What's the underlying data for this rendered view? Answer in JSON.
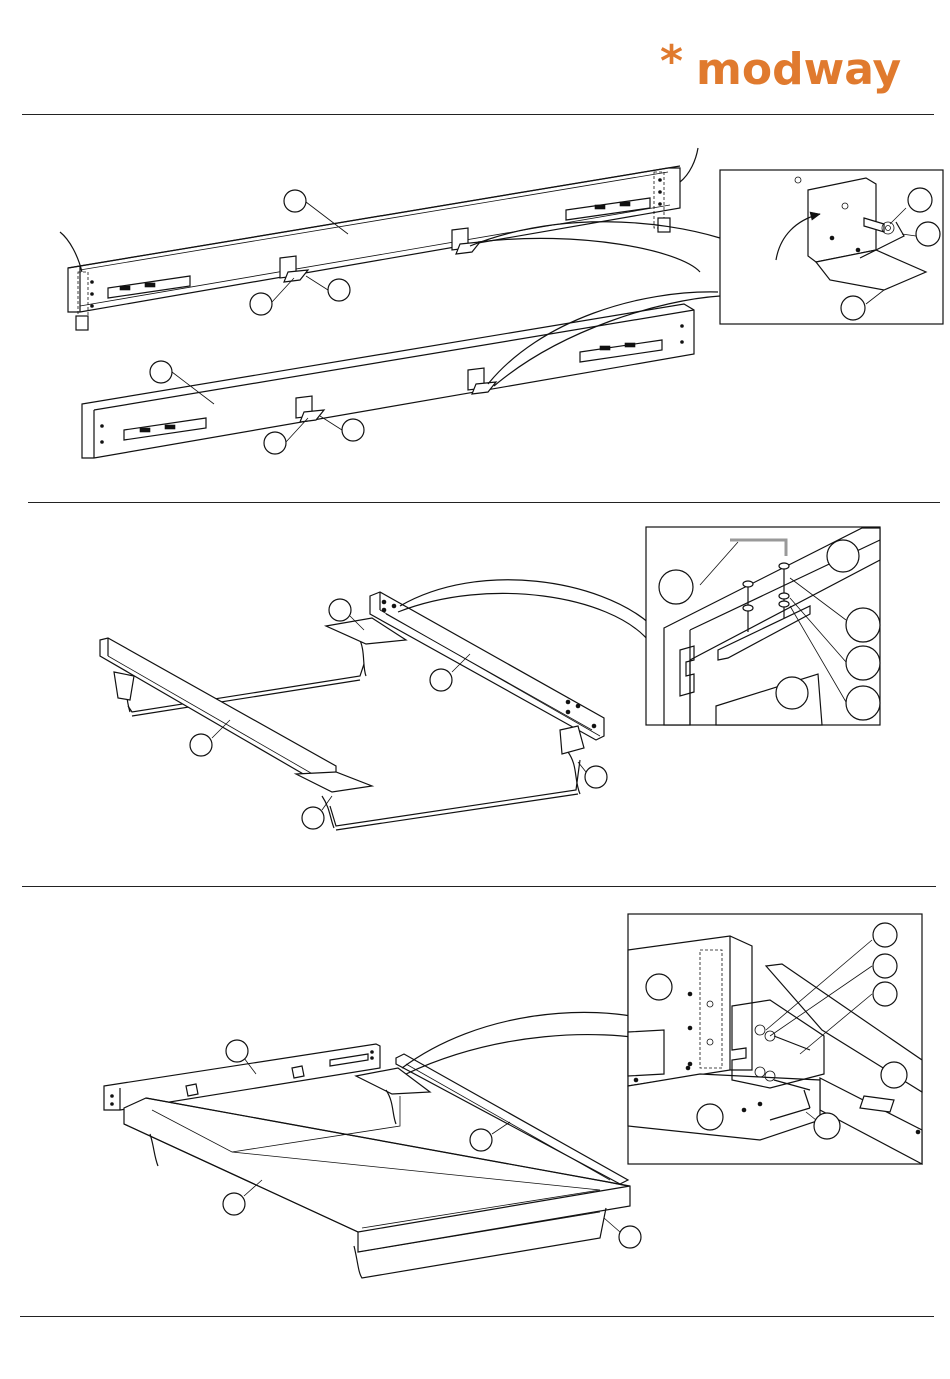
{
  "brand": {
    "name": "modway",
    "star": "*",
    "color": "#e07a2e"
  },
  "steps": [
    {
      "id": "step-1",
      "description_visible": false
    },
    {
      "id": "step-2",
      "description_visible": false
    },
    {
      "id": "step-3",
      "description_visible": false
    }
  ],
  "colors": {
    "line": "#111111",
    "rule": "#222222"
  }
}
